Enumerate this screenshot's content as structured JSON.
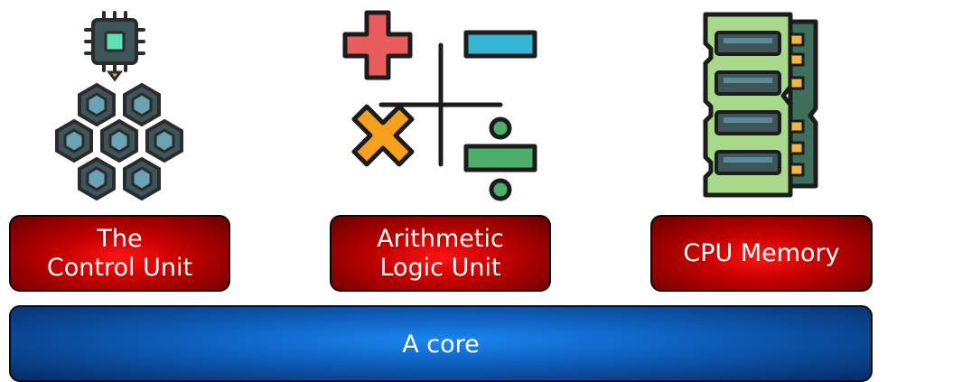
{
  "components": [
    {
      "id": "control-unit",
      "label": "The\nControl Unit",
      "icon": "chip-cluster-icon"
    },
    {
      "id": "alu",
      "label": "Arithmetic\nLogic Unit",
      "icon": "math-operations-icon"
    },
    {
      "id": "memory",
      "label": "CPU Memory",
      "icon": "ram-module-icon"
    }
  ],
  "core": {
    "label": "A core"
  },
  "colors": {
    "label_red": "#d00000",
    "core_blue": "#0d5cb8",
    "outline": "#0a0a0a"
  }
}
